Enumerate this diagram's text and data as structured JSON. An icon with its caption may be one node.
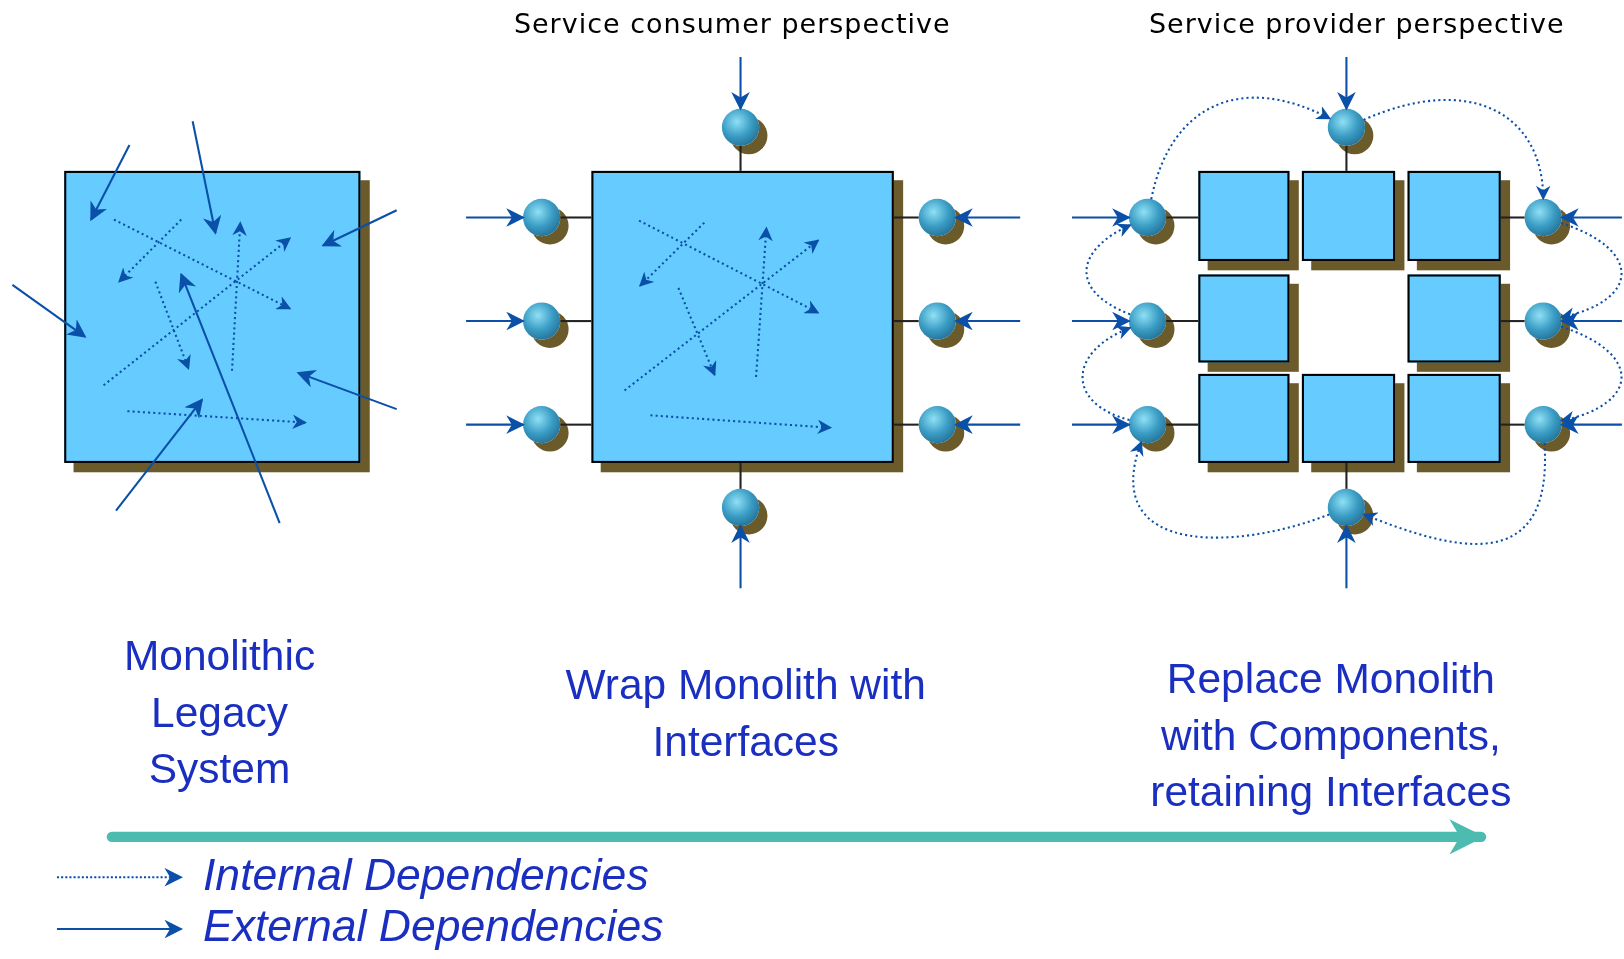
{
  "diagram": {
    "nodes": [
      {
        "text": [],
        "shape": "box"
      },
      {
        "text": [],
        "shape": "box"
      },
      {
        "text": [],
        "shape": "circle"
      },
      {
        "text": [],
        "shape": "circle"
      },
      {
        "text": [],
        "shape": "circle"
      },
      {
        "text": [],
        "shape": "circle"
      },
      {
        "text": [],
        "shape": "circle"
      },
      {
        "text": [],
        "shape": "circle"
      },
      {
        "text": [],
        "shape": "circle"
      },
      {
        "text": [],
        "shape": "circle"
      },
      {
        "text": [],
        "shape": "box"
      },
      {
        "text": [],
        "shape": "box"
      },
      {
        "text": [],
        "shape": "box"
      },
      {
        "text": [],
        "shape": "box"
      },
      {
        "text": [],
        "shape": "box"
      },
      {
        "text": [],
        "shape": "box"
      },
      {
        "text": [],
        "shape": "box"
      },
      {
        "text": [],
        "shape": "box"
      },
      {
        "text": [],
        "shape": "circle"
      },
      {
        "text": [],
        "shape": "circle"
      },
      {
        "text": [],
        "shape": "circle"
      },
      {
        "text": [],
        "shape": "circle"
      },
      {
        "text": [],
        "shape": "circle"
      },
      {
        "text": [],
        "shape": "circle"
      },
      {
        "text": [],
        "shape": "circle"
      },
      {
        "text": [],
        "shape": "circle"
      }
    ],
    "edges": [
      {
        "from": null,
        "to": 0,
        "arrow": "to"
      },
      {
        "from": null,
        "to": 0,
        "arrow": "to"
      },
      {
        "from": null,
        "to": 0,
        "arrow": "to"
      },
      {
        "from": null,
        "to": 0,
        "arrow": "to"
      },
      {
        "from": null,
        "to": 0,
        "arrow": "to"
      },
      {
        "from": null,
        "to": 0,
        "arrow": "to"
      },
      {
        "from": null,
        "to": 0,
        "arrow": "to"
      },
      {
        "from": 2,
        "to": 1,
        "arrow": "none",
        "color": "#222222"
      },
      {
        "from": 3,
        "to": 1,
        "arrow": "none",
        "color": "#222222"
      },
      {
        "from": 4,
        "to": 1,
        "arrow": "none",
        "color": "#222222"
      },
      {
        "from": 5,
        "to": 1,
        "arrow": "none",
        "color": "#222222"
      },
      {
        "from": 6,
        "to": 1,
        "arrow": "none",
        "color": "#222222"
      },
      {
        "from": 7,
        "to": 1,
        "arrow": "none",
        "color": "#222222"
      },
      {
        "from": 8,
        "to": 1,
        "arrow": "none",
        "color": "#222222"
      },
      {
        "from": 9,
        "to": 1,
        "arrow": "none",
        "color": "#222222"
      },
      {
        "from": null,
        "to": 2,
        "arrow": "to"
      },
      {
        "from": null,
        "to": 3,
        "arrow": "to"
      },
      {
        "from": null,
        "to": 4,
        "arrow": "to"
      },
      {
        "from": null,
        "to": 5,
        "arrow": "to"
      },
      {
        "from": null,
        "to": 6,
        "arrow": "to"
      },
      {
        "from": null,
        "to": 7,
        "arrow": "to"
      },
      {
        "from": null,
        "to": 8,
        "arrow": "to"
      },
      {
        "from": null,
        "to": 9,
        "arrow": "to"
      },
      {
        "from": 18,
        "to": 11,
        "arrow": "none",
        "color": "#222222"
      },
      {
        "from": 19,
        "to": 10,
        "arrow": "none",
        "color": "#222222"
      },
      {
        "from": 20,
        "to": 13,
        "arrow": "none",
        "color": "#222222"
      },
      {
        "from": 21,
        "to": 15,
        "arrow": "none",
        "color": "#222222"
      },
      {
        "from": 22,
        "to": 12,
        "arrow": "none",
        "color": "#222222"
      },
      {
        "from": 23,
        "to": 14,
        "arrow": "none",
        "color": "#222222"
      },
      {
        "from": 24,
        "to": 17,
        "arrow": "none",
        "color": "#222222"
      },
      {
        "from": 25,
        "to": 16,
        "arrow": "none",
        "color": "#222222"
      },
      {
        "from": null,
        "to": 18,
        "arrow": "to"
      },
      {
        "from": null,
        "to": 19,
        "arrow": "to"
      },
      {
        "from": null,
        "to": 20,
        "arrow": "to"
      },
      {
        "from": null,
        "to": 21,
        "arrow": "to"
      },
      {
        "from": null,
        "to": 22,
        "arrow": "to"
      },
      {
        "from": null,
        "to": 23,
        "arrow": "to"
      },
      {
        "from": null,
        "to": 24,
        "arrow": "to"
      },
      {
        "from": null,
        "to": 25,
        "arrow": "to"
      },
      {
        "from": 19,
        "to": 18,
        "arrow": "to",
        "style": "dashed"
      },
      {
        "from": 18,
        "to": 22,
        "arrow": "to",
        "style": "dashed"
      },
      {
        "from": 22,
        "to": 23,
        "arrow": "to",
        "style": "dashed"
      },
      {
        "from": 23,
        "to": 24,
        "arrow": "to",
        "style": "dashed"
      },
      {
        "from": 24,
        "to": 25,
        "arrow": "to",
        "style": "dashed"
      },
      {
        "from": 25,
        "to": 21,
        "arrow": "to",
        "style": "dashed"
      },
      {
        "from": 21,
        "to": 20,
        "arrow": "to",
        "style": "dashed"
      },
      {
        "from": 20,
        "to": 19,
        "arrow": "to",
        "style": "dashed"
      }
    ],
    "labels": [
      "Service consumer perspective",
      "Service provider perspective",
      "Monolithic Legacy System",
      "Wrap Monolith with Interfaces",
      "Replace Monolith with Components, retaining Interfaces"
    ],
    "legend": [
      {
        "text": "Internal Dependencies"
      },
      {
        "text": "External Dependencies"
      }
    ]
  }
}
